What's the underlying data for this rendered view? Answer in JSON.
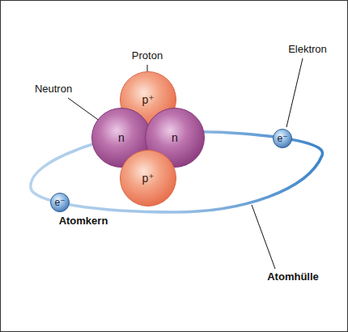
{
  "diagram": {
    "nodes": [
      {
        "text": [
          "p⁺"
        ]
      },
      {
        "text": [
          "e⁻"
        ]
      },
      {
        "text": [
          "n"
        ]
      },
      {
        "text": [
          "n"
        ]
      },
      {
        "text": [
          "e⁻"
        ]
      },
      {
        "text": [
          "p⁺"
        ]
      }
    ],
    "labels": [
      "Proton",
      "Neutron",
      "Elektron",
      "Atomkern",
      "Atomhülle"
    ]
  }
}
